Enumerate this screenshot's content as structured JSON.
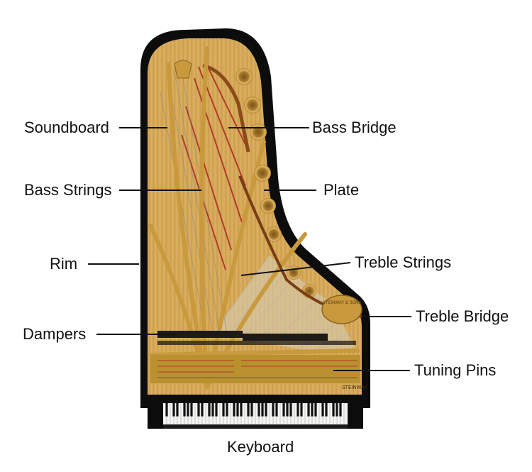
{
  "labels": {
    "soundboard": "Soundboard",
    "bass_strings": "Bass Strings",
    "rim": "Rim",
    "dampers": "Dampers",
    "bass_bridge": "Bass Bridge",
    "plate": "Plate",
    "treble_strings": "Treble Strings",
    "treble_bridge": "Treble Bridge",
    "tuning_pins": "Tuning Pins",
    "keyboard": "Keyboard"
  },
  "brand": {
    "plate_logo": "STEINWAY & SONS",
    "nameboard": "STEINWAY"
  },
  "colors": {
    "case": "#0c0c0c",
    "soundboard": "#d9ad5a",
    "plate": "#c9993d",
    "bass_strings": "#b23a2a",
    "treble_strings": "#c8c2b4",
    "dampers": "#1e1a16",
    "keys_white": "#f4f4f2",
    "keys_black": "#111111"
  }
}
